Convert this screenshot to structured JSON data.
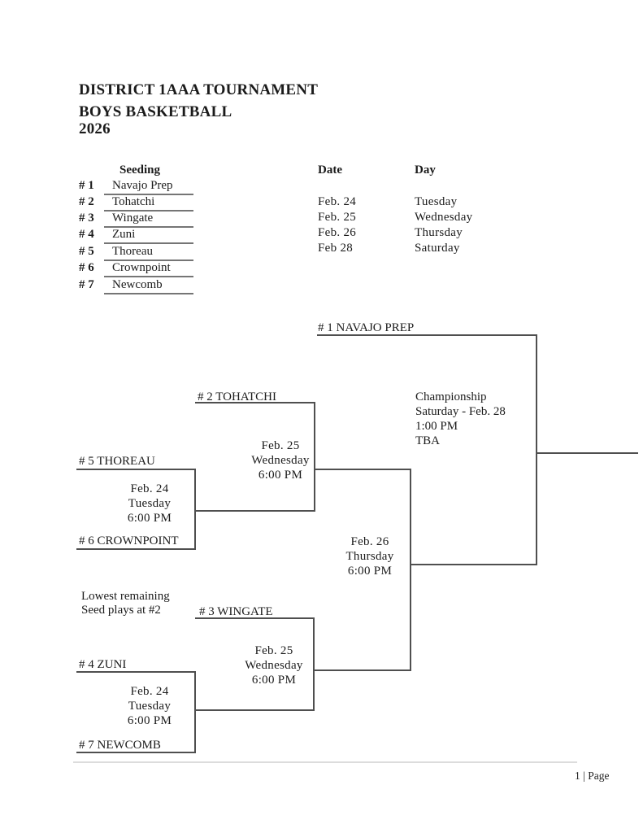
{
  "page": {
    "title_line1": "DISTRICT 1AAA TOURNAMENT",
    "title_line2": "BOYS BASKETBALL",
    "title_line3": "2026",
    "footer": "1 | Page"
  },
  "seeding": {
    "header": "Seeding",
    "rows": [
      {
        "num": "# 1",
        "team": "Navajo Prep"
      },
      {
        "num": "# 2",
        "team": "Tohatchi"
      },
      {
        "num": "# 3",
        "team": "Wingate"
      },
      {
        "num": "# 4",
        "team": "Zuni"
      },
      {
        "num": "# 5",
        "team": "Thoreau"
      },
      {
        "num": "# 6",
        "team": "Crownpoint"
      },
      {
        "num": "# 7",
        "team": "Newcomb"
      }
    ]
  },
  "schedule": {
    "date_header": "Date",
    "day_header": "Day",
    "rows": [
      {
        "date": "Feb. 24",
        "day": "Tuesday"
      },
      {
        "date": "Feb. 25",
        "day": "Wednesday"
      },
      {
        "date": "Feb. 26",
        "day": "Thursday"
      },
      {
        "date": "Feb 28",
        "day": "Saturday"
      }
    ]
  },
  "bracket": {
    "navajo_prep_label": "# 1 NAVAJO PREP",
    "tohatchi_label": "# 2 TOHATCHI",
    "wingate_label": "# 3 WINGATE",
    "zuni_label": "# 4 ZUNI",
    "thoreau_label": "# 5 THOREAU",
    "crownpoint_label": "# 6 CROWNPOINT",
    "newcomb_label": "# 7 NEWCOMB",
    "note_line1": "Lowest remaining",
    "note_line2": "Seed plays at #2",
    "championship": {
      "title": "Championship",
      "date": "Saturday - Feb. 28",
      "time": "1:00 PM",
      "venue": "TBA"
    },
    "semifinal_feb26": {
      "date": "Feb. 26",
      "day": "Thursday",
      "time": "6:00 PM"
    },
    "quarterfinal_top_feb25": {
      "date": "Feb. 25",
      "day": "Wednesday",
      "time": "6:00 PM"
    },
    "quarterfinal_bottom_feb25": {
      "date": "Feb. 25",
      "day": "Wednesday",
      "time": "6:00 PM"
    },
    "playin_top_feb24": {
      "date": "Feb. 24",
      "day": "Tuesday",
      "time": "6:00 PM"
    },
    "playin_bottom_feb24": {
      "date": "Feb. 24",
      "day": "Tuesday",
      "time": "6:00 PM"
    }
  },
  "colors": {
    "text": "#1b1b1b",
    "bracket_line": "#4f4f4f",
    "table_underline": "#757575",
    "scan_artifact": "#dcdcdc"
  }
}
